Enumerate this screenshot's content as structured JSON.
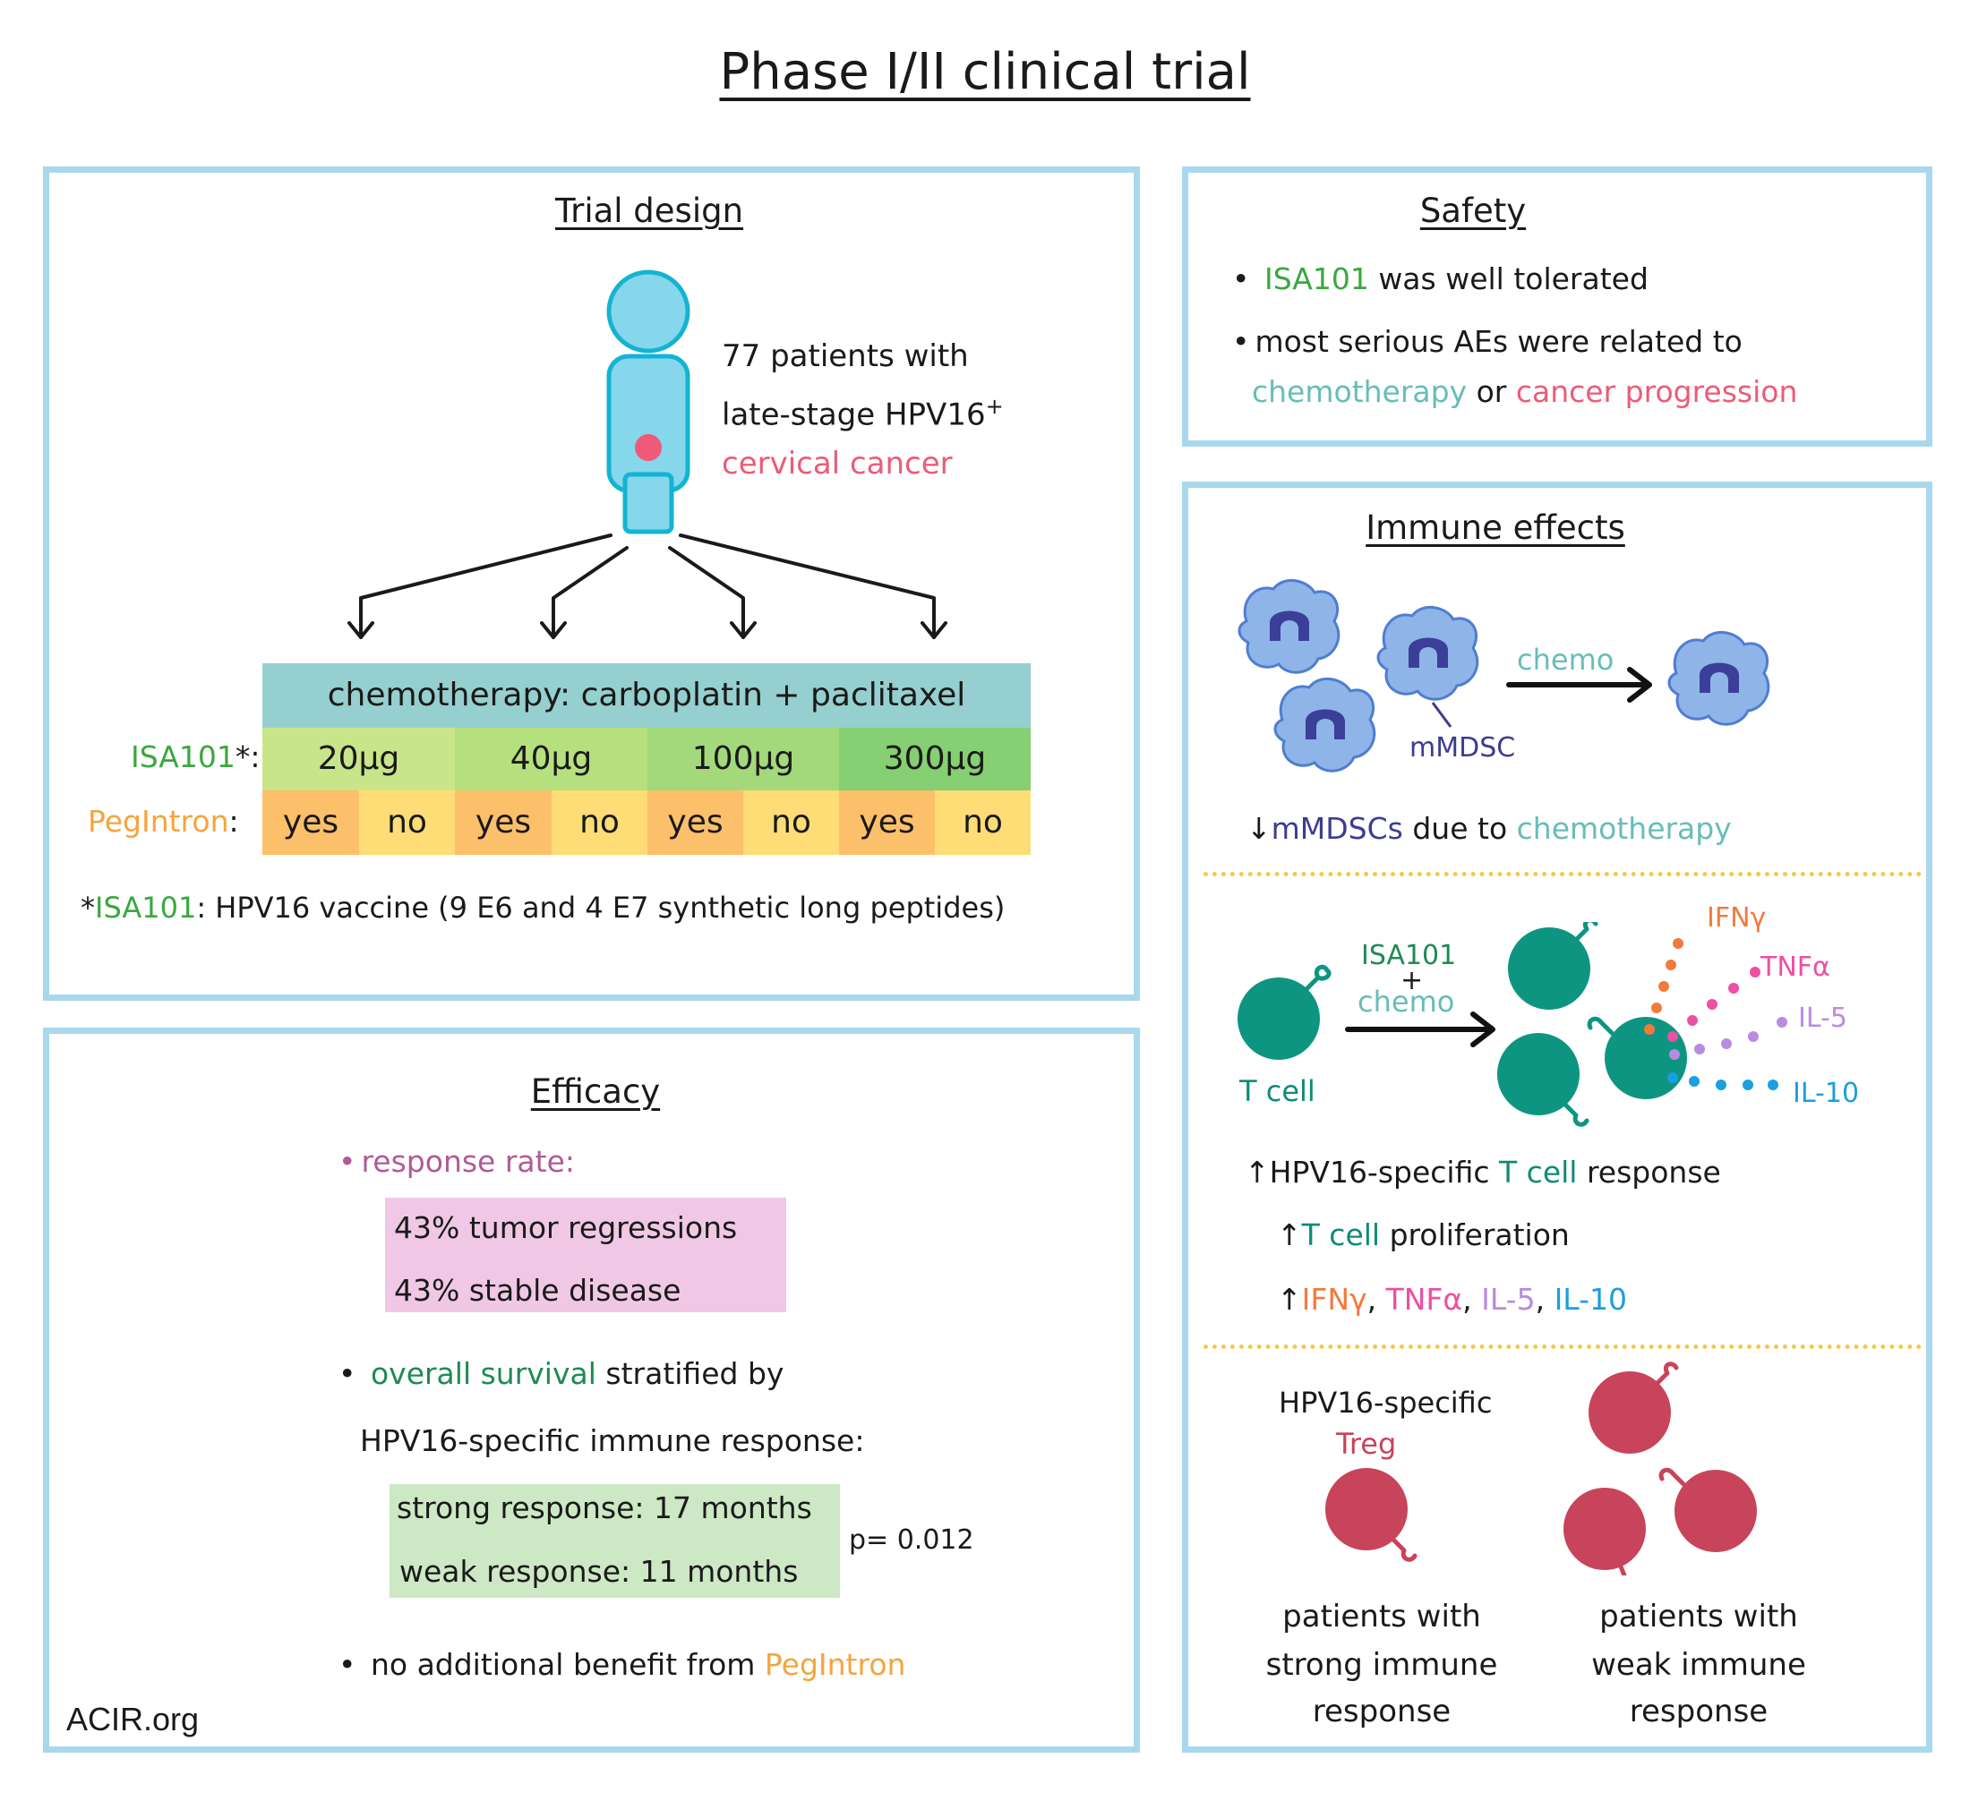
{
  "title": "Phase I/II clinical trial",
  "trial_design": {
    "heading": "Trial design",
    "patients_line1": "77 patients with",
    "patients_line2": "late-stage HPV16",
    "patients_sup": "+",
    "patients_line3": "cervical cancer",
    "chemo_header": "chemotherapy: carboplatin + paclitaxel",
    "isa_label": "ISA101",
    "isa_star": "*",
    "isa_colon": ":",
    "peg_label": "PegIntron",
    "peg_colon": ":",
    "doses": [
      "20µg",
      "40µg",
      "100µg",
      "300µg"
    ],
    "peg_values": [
      "yes",
      "no",
      "yes",
      "no",
      "yes",
      "no",
      "yes",
      "no"
    ],
    "footnote_star": "*",
    "footnote_drug": "ISA101",
    "footnote_text": ": HPV16 vaccine (9 E6 and 4 E7 synthetic long peptides)",
    "colors": {
      "chemo_header": "#96cfcf",
      "doses": [
        "#c9e58a",
        "#b6e07e",
        "#a3d97b",
        "#86cf72"
      ],
      "peg_yes": "#fdc06a",
      "peg_no": "#fedd76",
      "patient": "#86d6ec",
      "tumor": "#ee5a78"
    }
  },
  "safety": {
    "heading": "Safety",
    "bullet1_drug": "ISA101",
    "bullet1_rest": " was well tolerated",
    "bullet2_line1": "most serious AEs were related to",
    "bullet2_chemo": "chemotherapy",
    "bullet2_or": " or ",
    "bullet2_cancer": "cancer progression"
  },
  "immune": {
    "heading": "Immune effects",
    "mmdsc_label": "mMDSC",
    "chemo_label": "chemo",
    "mmdsc_arrow": "↓",
    "mmdsc_summary_drug": "mMDSCs",
    "mmdsc_summary_mid": " due to ",
    "mmdsc_summary_chemo": "chemotherapy",
    "isa_label": "ISA101",
    "plus": "+",
    "chemo2_label": "chemo",
    "tcell_label": "T cell",
    "cytokines": [
      "IFNγ",
      "TNFα",
      "IL-5",
      "IL-10"
    ],
    "up_arrow": "↑",
    "line1_a": "HPV16-specific ",
    "line1_b": "T cell",
    "line1_c": " response",
    "line2_b": "T cell",
    "line2_c": " proliferation",
    "comma": ", ",
    "treg_line1": "HPV16-specific",
    "treg_line2": "Treg",
    "strong_group": [
      "patients with",
      "strong immune",
      "response"
    ],
    "weak_group": [
      "patients with",
      "weak immune",
      "response"
    ],
    "colors": {
      "mmdsc_body": "#8fb4e8",
      "mmdsc_nucleus": "#3b3f9a",
      "tcell": "#0d9582",
      "treg": "#c8445a",
      "dotted": "#f2c94c"
    }
  },
  "efficacy": {
    "heading": "Efficacy",
    "response_rate": "response rate:",
    "rr_line1": "43% tumor regressions",
    "rr_line2": "43% stable disease",
    "os_colored": "overall survival",
    "os_rest": " stratified by",
    "os_line2": "HPV16-specific immune response:",
    "strong": "strong response: 17 months",
    "weak": "weak response: 11 months",
    "pvalue": "p= 0.012",
    "peg_text": "no additional benefit from ",
    "peg_drug": "PegIntron",
    "colors": {
      "rr_box": "#f0c8e6",
      "os_box": "#cde8c4"
    }
  },
  "footer": "ACIR.org"
}
